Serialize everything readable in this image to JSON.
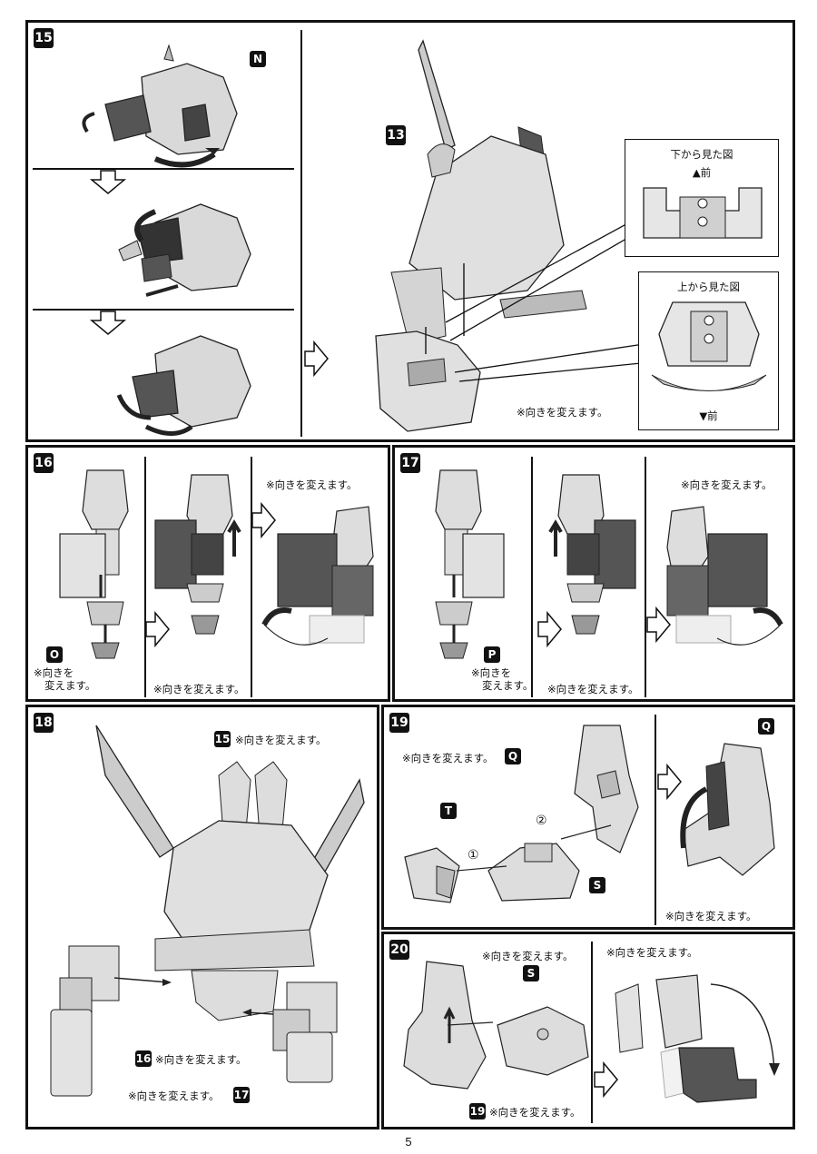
{
  "page_number": "5",
  "steps": {
    "s15": {
      "number": "15",
      "part_n": "N",
      "ref_step": "13",
      "note": "※向きを変えます。",
      "inset_bottom": {
        "title": "下から見た図",
        "direction": "▲前"
      },
      "inset_top": {
        "title": "上から見た図",
        "direction": "▼前"
      }
    },
    "s16": {
      "number": "16",
      "part_o": "O",
      "note_a": "※向きを",
      "note_b": "変えます。",
      "note_mid": "※向きを変えます。",
      "note_right": "※向きを変えます。"
    },
    "s17": {
      "number": "17",
      "part_p": "P",
      "note_a": "※向きを",
      "note_b": "変えます。",
      "note_mid": "※向きを変えます。",
      "note_right": "※向きを変えます。"
    },
    "s18": {
      "number": "18",
      "ref_15": "15",
      "ref_16": "16",
      "ref_17": "17",
      "note_15": "※向きを変えます。",
      "note_16": "※向きを変えます。",
      "note_17": "※向きを変えます。"
    },
    "s19": {
      "number": "19",
      "part_q": "Q",
      "part_q2": "Q",
      "part_t": "T",
      "part_s": "S",
      "arrow_1": "①",
      "arrow_2": "②",
      "note_q": "※向きを変えます。",
      "note_right": "※向きを変えます。"
    },
    "s20": {
      "number": "20",
      "part_s": "S",
      "ref_19": "19",
      "note_top": "※向きを変えます。",
      "note_right": "※向きを変えます。",
      "note_19": "※向きを変えます。"
    }
  }
}
